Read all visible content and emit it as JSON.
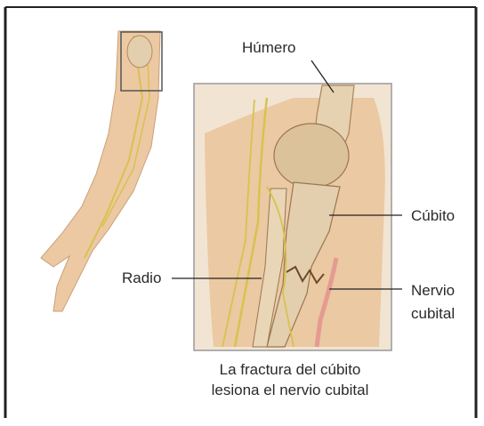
{
  "labels": {
    "humerus": "Húmero",
    "ulna": "Cúbito",
    "radius": "Radio",
    "nerve_line1": "Nervio",
    "nerve_line2": "cubital"
  },
  "caption": {
    "line1": "La fractura del cúbito",
    "line2": "lesiona el nervio cubital"
  },
  "colors": {
    "border": "#222222",
    "skin": "#e9c6a0",
    "bone": "#e3cfae",
    "nerve": "#d8c24e",
    "fracture": "#c0392b"
  }
}
